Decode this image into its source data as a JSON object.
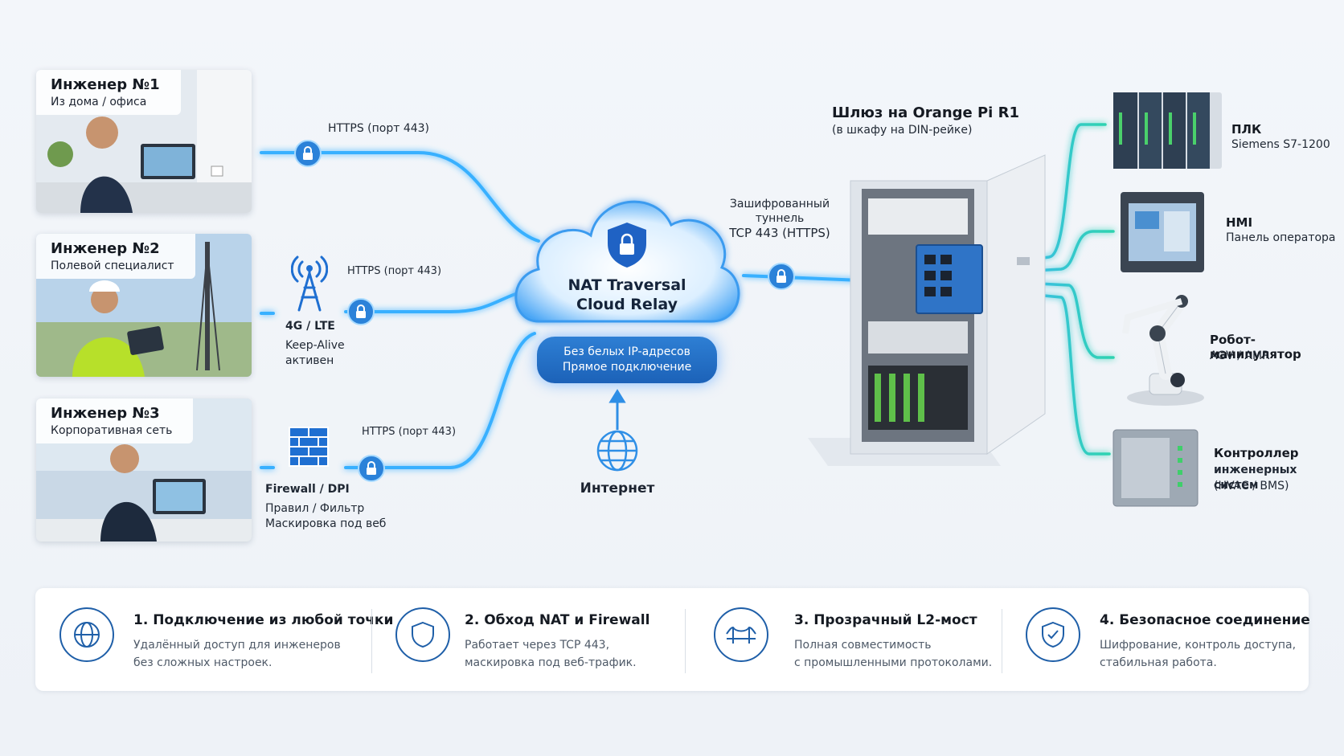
{
  "engineers": [
    {
      "name": "Инженер №1",
      "location": "Из дома / офиса",
      "link": "HTTPS (порт 443)"
    },
    {
      "name": "Инженер №2",
      "location": "Полевой специалист",
      "link": "HTTPS (порт 443)"
    },
    {
      "name": "Инженер №3",
      "location": "Корпоративная сеть",
      "link": "HTTPS (порт 443)"
    }
  ],
  "lte": {
    "title": "4G / LTE",
    "note_line1": "Keep-Alive",
    "note_line2": "активен"
  },
  "firewall": {
    "title": "Firewall / DPI",
    "note_line1": "Правил / Фильтр",
    "note_line2": "Маскировка под веб"
  },
  "cloud": {
    "title_line1": "NAT Traversal",
    "title_line2": "Cloud Relay",
    "pill_line1": "Без белых IP-адресов",
    "pill_line2": "Прямое подключение"
  },
  "internet": {
    "label": "Интернет"
  },
  "tunnel": {
    "line1": "Зашифрованный",
    "line2": "туннель",
    "line3": "TCP 443 (HTTPS)"
  },
  "gateway": {
    "title": "Шлюз на Orange Pi R1",
    "subtitle": "(в шкафу на DIN-рейке)"
  },
  "devices": [
    {
      "title": "ПЛК",
      "sub1": "Siemens S7-1200",
      "sub2": ""
    },
    {
      "title": "HMI",
      "sub1": "Панель оператора",
      "sub2": ""
    },
    {
      "title": "Робот-манипулятор",
      "sub1": "AGV / AMR",
      "sub2": ""
    },
    {
      "title": "Контроллер",
      "sub1": "инженерных систем",
      "sub2": "(HVAC / BMS)"
    }
  ],
  "features": [
    {
      "title": "1. Подключение из любой точки",
      "line1": "Удалённый доступ для инженеров",
      "line2": "без сложных настроек.",
      "icon": "globe-icon"
    },
    {
      "title": "2. Обход NAT и Firewall",
      "line1": "Работает через TCP 443,",
      "line2": "маскировка под веб-трафик.",
      "icon": "shield-icon"
    },
    {
      "title": "3. Прозрачный L2-мост",
      "line1": "Полная совместимость",
      "line2": "с промышленными протоколами.",
      "icon": "bridge-icon"
    },
    {
      "title": "4. Безопасное соединение",
      "line1": "Шифрование, контроль доступа,",
      "line2": "стабильная работа.",
      "icon": "shield-check-icon"
    }
  ],
  "colors": {
    "link": "#2fa8ff",
    "device_link": "#2ed3b0",
    "accent": "#1f5fa8"
  }
}
